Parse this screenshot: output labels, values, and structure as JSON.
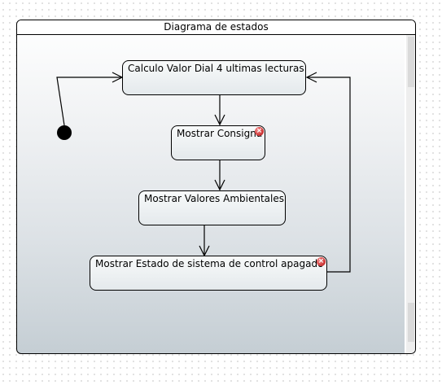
{
  "diagram": {
    "title": "Diagrama de estados",
    "states": [
      {
        "id": "calculo",
        "label": "Calculo Valor Dial 4 ultimas lecturas",
        "error": false
      },
      {
        "id": "consigna",
        "label": "Mostrar Consigna",
        "error": true
      },
      {
        "id": "ambientales",
        "label": "Mostrar Valores Ambientales",
        "error": false
      },
      {
        "id": "apagado",
        "label": "Mostrar Estado de sistema de control apagado",
        "error": true
      }
    ],
    "transitions": [
      {
        "from": "initial",
        "to": "calculo"
      },
      {
        "from": "calculo",
        "to": "consigna"
      },
      {
        "from": "consigna",
        "to": "ambientales"
      },
      {
        "from": "ambientales",
        "to": "apagado"
      },
      {
        "from": "apagado",
        "to": "calculo"
      }
    ],
    "colors": {
      "line": "#000000",
      "error_icon": "#d13c3c"
    },
    "icons": {
      "error": "error-icon",
      "initial": "initial-node"
    }
  }
}
